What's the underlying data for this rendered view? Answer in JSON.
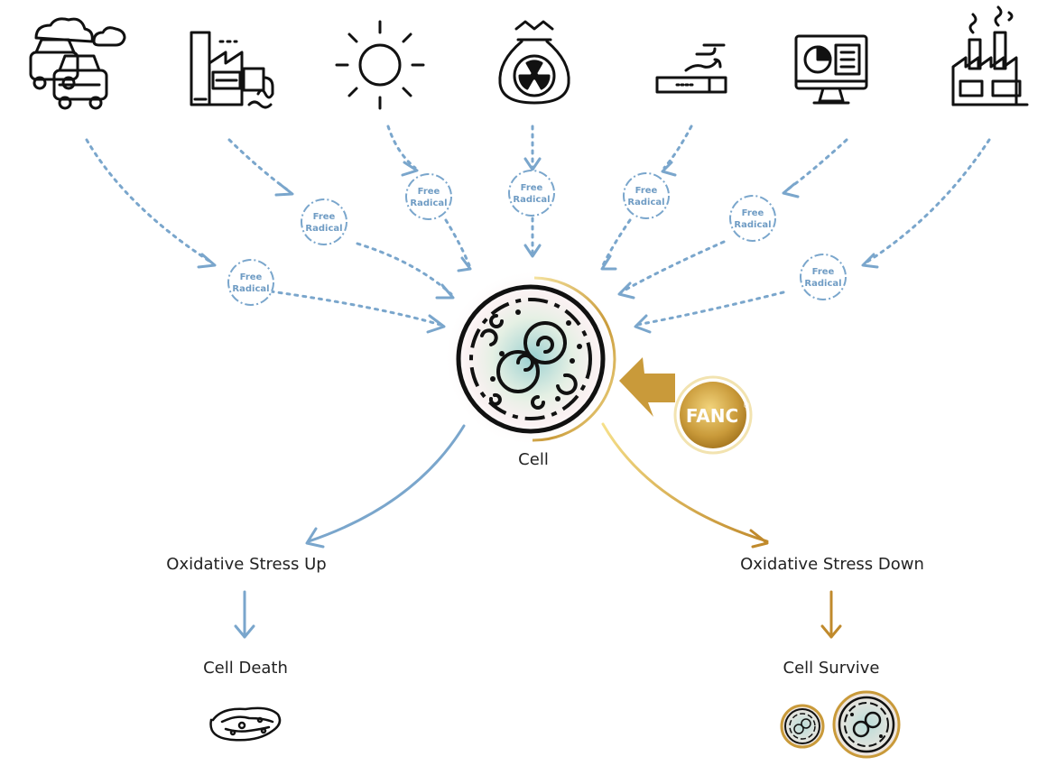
{
  "sources": [
    {
      "icon": "traffic-pollution-icon"
    },
    {
      "icon": "factory-waste-icon"
    },
    {
      "icon": "sun-uv-icon"
    },
    {
      "icon": "radioactive-waste-icon"
    },
    {
      "icon": "cigarette-smoke-icon"
    },
    {
      "icon": "computer-screen-icon"
    },
    {
      "icon": "industrial-plant-icon"
    }
  ],
  "radicals": [
    {
      "line1": "Free",
      "line2": "Radical"
    },
    {
      "line1": "Free",
      "line2": "Radical"
    },
    {
      "line1": "Free",
      "line2": "Radical"
    },
    {
      "line1": "Free",
      "line2": "Radical"
    },
    {
      "line1": "Free",
      "line2": "Radical"
    },
    {
      "line1": "Free",
      "line2": "Radical"
    },
    {
      "line1": "Free",
      "line2": "Radical"
    }
  ],
  "cell_label": "Cell",
  "fanc": {
    "label": "FANC",
    "mark": "®"
  },
  "left_branch": {
    "stress": "Oxidative Stress Up",
    "outcome": "Cell Death"
  },
  "right_branch": {
    "stress": "Oxidative Stress Down",
    "outcome": "Cell Survive"
  },
  "colors": {
    "blue": "#7aa6cc",
    "gold": "#c9962e",
    "gold_light": "#f0d67a",
    "ink": "#111111"
  }
}
